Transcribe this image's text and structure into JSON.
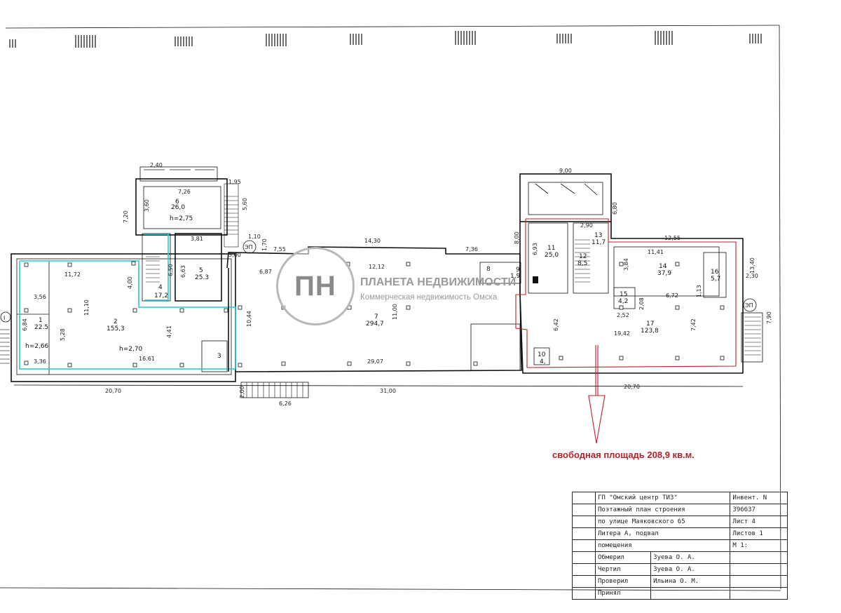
{
  "plan": {
    "dimensions": {
      "top_240": "2,40",
      "top_195": "1,95",
      "top_726": "7,26",
      "side_720": "7,20",
      "r6_360": "3,60",
      "r6_560": "5,60",
      "t_110": "1,10",
      "t_381": "3,81",
      "t_300": "3,00",
      "t_170": "1,70",
      "t_755": "7,55",
      "t_1430": "14,30",
      "t_736": "7,36",
      "t_687": "6,87",
      "t_1212": "12,12",
      "t_663": "6,63",
      "t_650": "6,50",
      "t_400": "4,00",
      "t_1172": "11,72",
      "t_356": "3,56",
      "t_684": "6,84",
      "t_336": "3,36",
      "t_1661": "16.61",
      "t_1044": "10,44",
      "t_1100": "11,00",
      "t_2907": "29,07",
      "t_900": "9,00",
      "t_290": "2,90",
      "t_800": "8,00",
      "t_680": "6,80",
      "t_693": "6,93",
      "t_1255": "12,55",
      "t_1141": "11,41",
      "t_1340": "13,40",
      "t_230": "2,30",
      "t_384": "3,84",
      "t_672": "6,72",
      "t_113": "1,13",
      "t_208": "2,08",
      "t_252": "2,52",
      "t_642": "6,42",
      "t_1942": "19,42",
      "t_742": "7,42",
      "t_790": "7,90",
      "b_2070_l": "20,70",
      "b_3100": "31,00",
      "b_2070_r": "20,70",
      "b_200": "2,00",
      "b_626": "6,26",
      "t_141": "4,41",
      "t_528": "5,28",
      "t_1110": "11,10"
    },
    "heights": {
      "h6": "h=2,75",
      "h2": "h=2,70",
      "h1": "h=2,66"
    },
    "rooms": [
      {
        "num": "1",
        "area": "22.5"
      },
      {
        "num": "2",
        "area": "155,3"
      },
      {
        "num": "3",
        "area": ""
      },
      {
        "num": "4",
        "area": "17,2"
      },
      {
        "num": "5",
        "area": "25.3"
      },
      {
        "num": "6",
        "area": "26,0"
      },
      {
        "num": "7",
        "area": "294,7"
      },
      {
        "num": "8",
        "area": ""
      },
      {
        "num": "9",
        "area": "1,9"
      },
      {
        "num": "10",
        "area": "4,"
      },
      {
        "num": "11",
        "area": "25,0"
      },
      {
        "num": "12",
        "area": "8,5"
      },
      {
        "num": "13",
        "area": "11,7"
      },
      {
        "num": "14",
        "area": "37,9"
      },
      {
        "num": "15",
        "area": "4,2"
      },
      {
        "num": "16",
        "area": "5,7"
      },
      {
        "num": "17",
        "area": "123,8"
      }
    ],
    "exit_label": "ЭП",
    "section_marker": "I"
  },
  "annotation": {
    "free_area": "свободная площадь 208,9 кв.м.",
    "accent_color": "#c0202a"
  },
  "watermark": {
    "logo": "ПН",
    "name": "ПЛАНЕТА НЕДВИЖИМОСТИ",
    "subtitle": "Коммерческая недвижимость Омска"
  },
  "stamp": {
    "org": "ГП \"Омский центр ТИЗ\"",
    "inv_label": "Инвент. N",
    "inv_value": "396637",
    "line1": "Поэтажный план строения",
    "line2": "по улице Маяковского 65",
    "line3": "Литера А, подвал",
    "line4": "помещения",
    "sheet_label": "Лист",
    "sheet_value": "4",
    "sheets_label": "Листов",
    "sheets_value": "1",
    "scale_label": "М",
    "scale_value": "1:",
    "role1": "Обмерил",
    "person1": "Зуева О. А.",
    "role2": "Чертил",
    "person2": "Зуева О. А.",
    "role3": "Проверил",
    "person3": "Ильина О. М.",
    "role4": "Принял",
    "person4": ""
  }
}
